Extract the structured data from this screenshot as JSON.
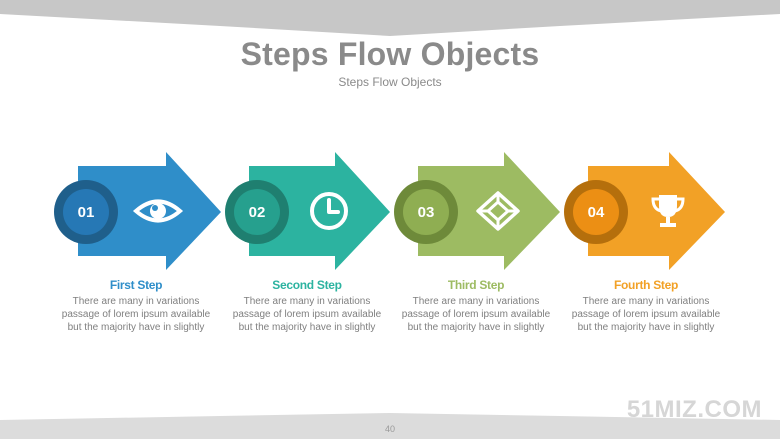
{
  "slide": {
    "title": "Steps Flow Objects",
    "subtitle": "Steps Flow Objects",
    "watermark": "51MIZ.COM",
    "page_number": "40"
  },
  "steps": [
    {
      "number": "01",
      "title": "First Step",
      "text": "There are many  in variations passage  of lorem ipsum available but the majority have in slightly",
      "icon": "eye-icon",
      "color": "#2f8ec9",
      "ring_color": "#1f5f8b",
      "inner_color": "#2678b5"
    },
    {
      "number": "02",
      "title": "Second Step",
      "text": "There are many  in variations passage  of lorem ipsum available but the majority have in slightly",
      "icon": "clock-icon",
      "color": "#2cb3a0",
      "ring_color": "#1f7f70",
      "inner_color": "#26a08e"
    },
    {
      "number": "03",
      "title": "Third Step",
      "text": "There are many  in variations passage  of lorem ipsum available but the majority have in slightly",
      "icon": "cube-icon",
      "color": "#9dbb62",
      "ring_color": "#6e8a3a",
      "inner_color": "#8fae52"
    },
    {
      "number": "04",
      "title": "Fourth Step",
      "text": "There are many  in variations passage  of lorem ipsum available but the majority have in slightly",
      "icon": "trophy-icon",
      "color": "#f2a126",
      "ring_color": "#b56f0c",
      "inner_color": "#ec8f14"
    }
  ]
}
